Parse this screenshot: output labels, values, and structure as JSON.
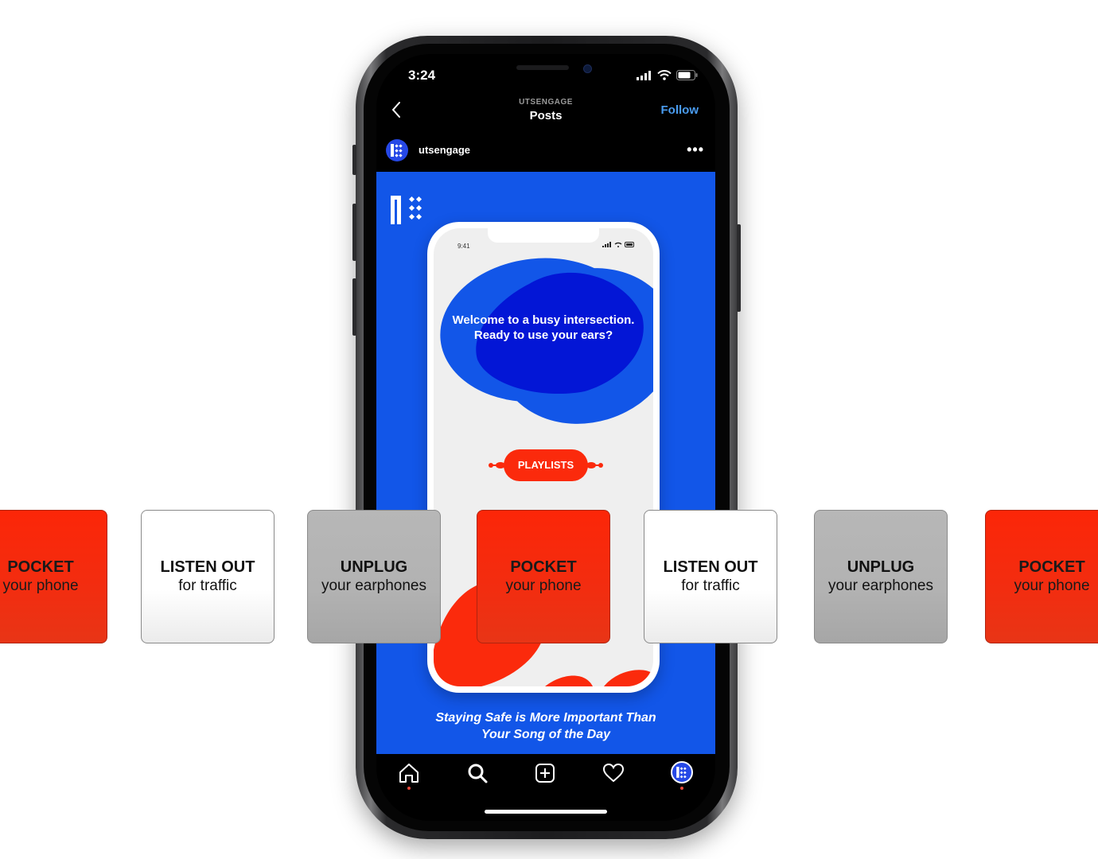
{
  "status_bar": {
    "time": "3:24"
  },
  "nav": {
    "subtitle": "UTSENGAGE",
    "title": "Posts",
    "follow_label": "Follow"
  },
  "post": {
    "username": "utsengage",
    "more_label": "•••",
    "inner_time": "9:41",
    "welcome_line1": "Welcome to a busy intersection.",
    "welcome_line2": "Ready to use your ears?",
    "playlists_label": "PLAYLISTS",
    "caption_line1": "Staying Safe is More Important Than",
    "caption_line2": "Your Song of the Day",
    "colors": {
      "blue": "#1256e8",
      "dark_blue": "#0316d6",
      "red": "#fb2a0c"
    }
  },
  "tabbar": {
    "items": [
      {
        "icon": "home-icon"
      },
      {
        "icon": "search-icon"
      },
      {
        "icon": "add-post-icon"
      },
      {
        "icon": "heart-icon"
      },
      {
        "icon": "profile-avatar-icon"
      }
    ]
  },
  "cards": [
    {
      "line1": "POCKET",
      "line2": "your phone",
      "style": "red"
    },
    {
      "line1": "LISTEN OUT",
      "line2": "for traffic",
      "style": "white"
    },
    {
      "line1": "UNPLUG",
      "line2": "your earphones",
      "style": "grey"
    },
    {
      "line1": "POCKET",
      "line2": "your phone",
      "style": "red"
    },
    {
      "line1": "LISTEN OUT",
      "line2": "for traffic",
      "style": "white"
    },
    {
      "line1": "UNPLUG",
      "line2": "your earphones",
      "style": "grey"
    },
    {
      "line1": "POCKET",
      "line2": "your phone",
      "style": "red"
    }
  ]
}
